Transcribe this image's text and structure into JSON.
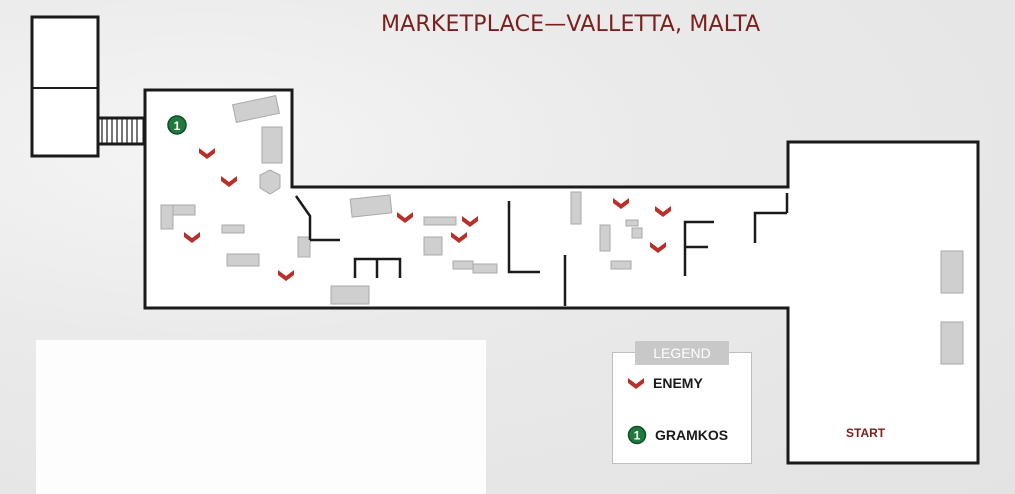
{
  "map": {
    "title": "MARKETPLACE—VALLETTA, MALTA",
    "start_label": "START",
    "colors": {
      "title": "#7b1f1d",
      "enemy": "#b8302a",
      "gramkos": "#1f7a3c",
      "wall": "#1a1a1a",
      "obstacle": "#c9c9c9"
    },
    "markers": {
      "gramkos_number": "1",
      "enemy_icon": "chevron-down-icon",
      "gramkos_icon": "numbered-circle-icon"
    }
  },
  "legend": {
    "title": "LEGEND",
    "items": [
      {
        "label": "ENEMY",
        "icon": "enemy-chevron-icon"
      },
      {
        "label": "GRAMKOS",
        "icon": "gramkos-marker-icon",
        "number": "1"
      }
    ]
  }
}
